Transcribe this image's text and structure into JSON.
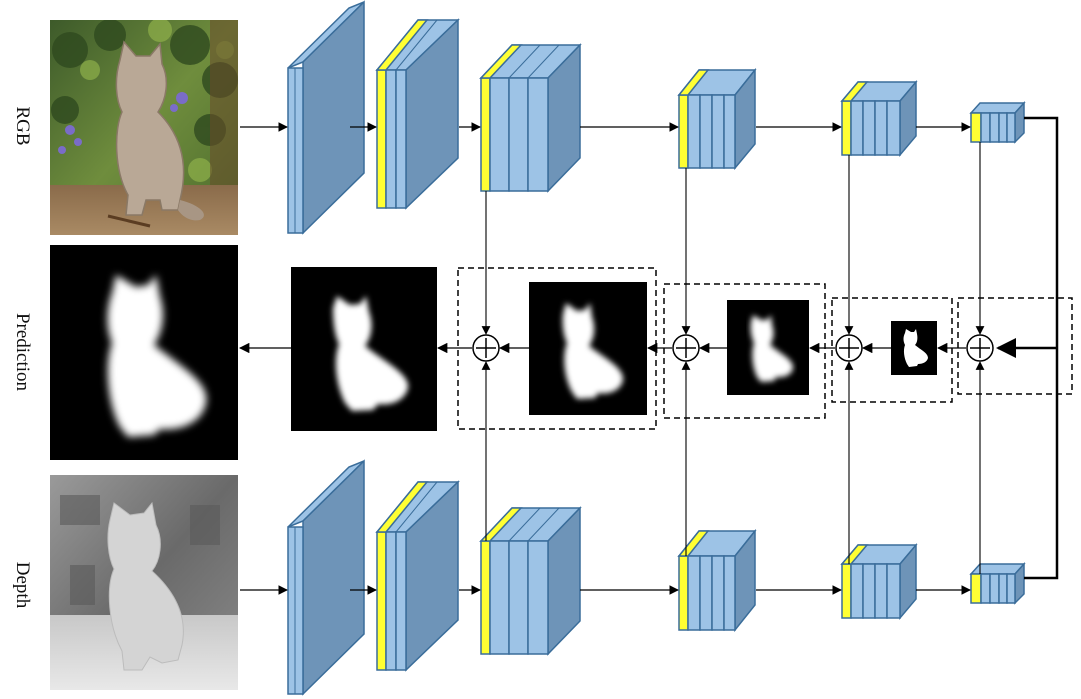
{
  "rows": {
    "rgb_label": "RGB",
    "prediction_label": "Prediction",
    "depth_label": "Depth"
  },
  "colors": {
    "block_face": "#9dc3e6",
    "block_side": "#6e94b8",
    "block_edge": "#3a6d9a",
    "feature_highlight": "#ffff33",
    "dashed_box": "#000000",
    "arrow": "#000000"
  },
  "images": {
    "rgb": "photo of a cat sitting in a garden",
    "prediction": "white cat silhouette saliency map on black",
    "depth": "grayscale depth map of the cat"
  }
}
